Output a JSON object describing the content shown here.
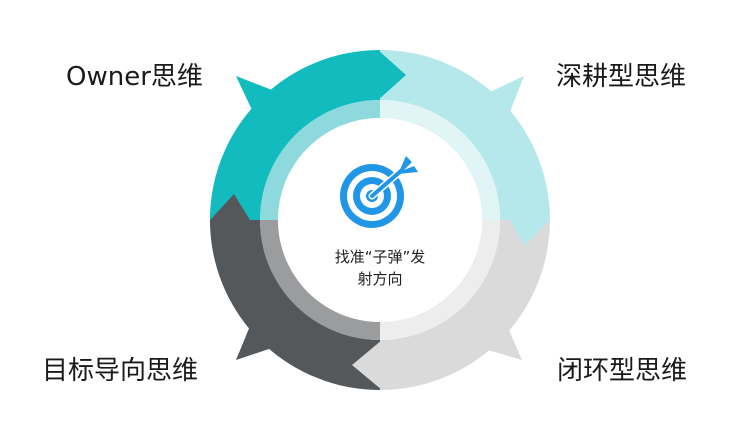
{
  "labels": {
    "top_left": "Owner思维",
    "top_right": "深耕型思维",
    "bottom_left": "目标导向思维",
    "bottom_right": "闭环型思维"
  },
  "center": {
    "line1": "找准“子弹”发",
    "line2": "射方向",
    "icon": "target-bullseye-icon"
  },
  "colors": {
    "teal": "#12BCBE",
    "light_teal": "#B5E8EA",
    "light_gray": "#DADADA",
    "dark_gray": "#54585B",
    "icon_blue": "#2196E6"
  }
}
